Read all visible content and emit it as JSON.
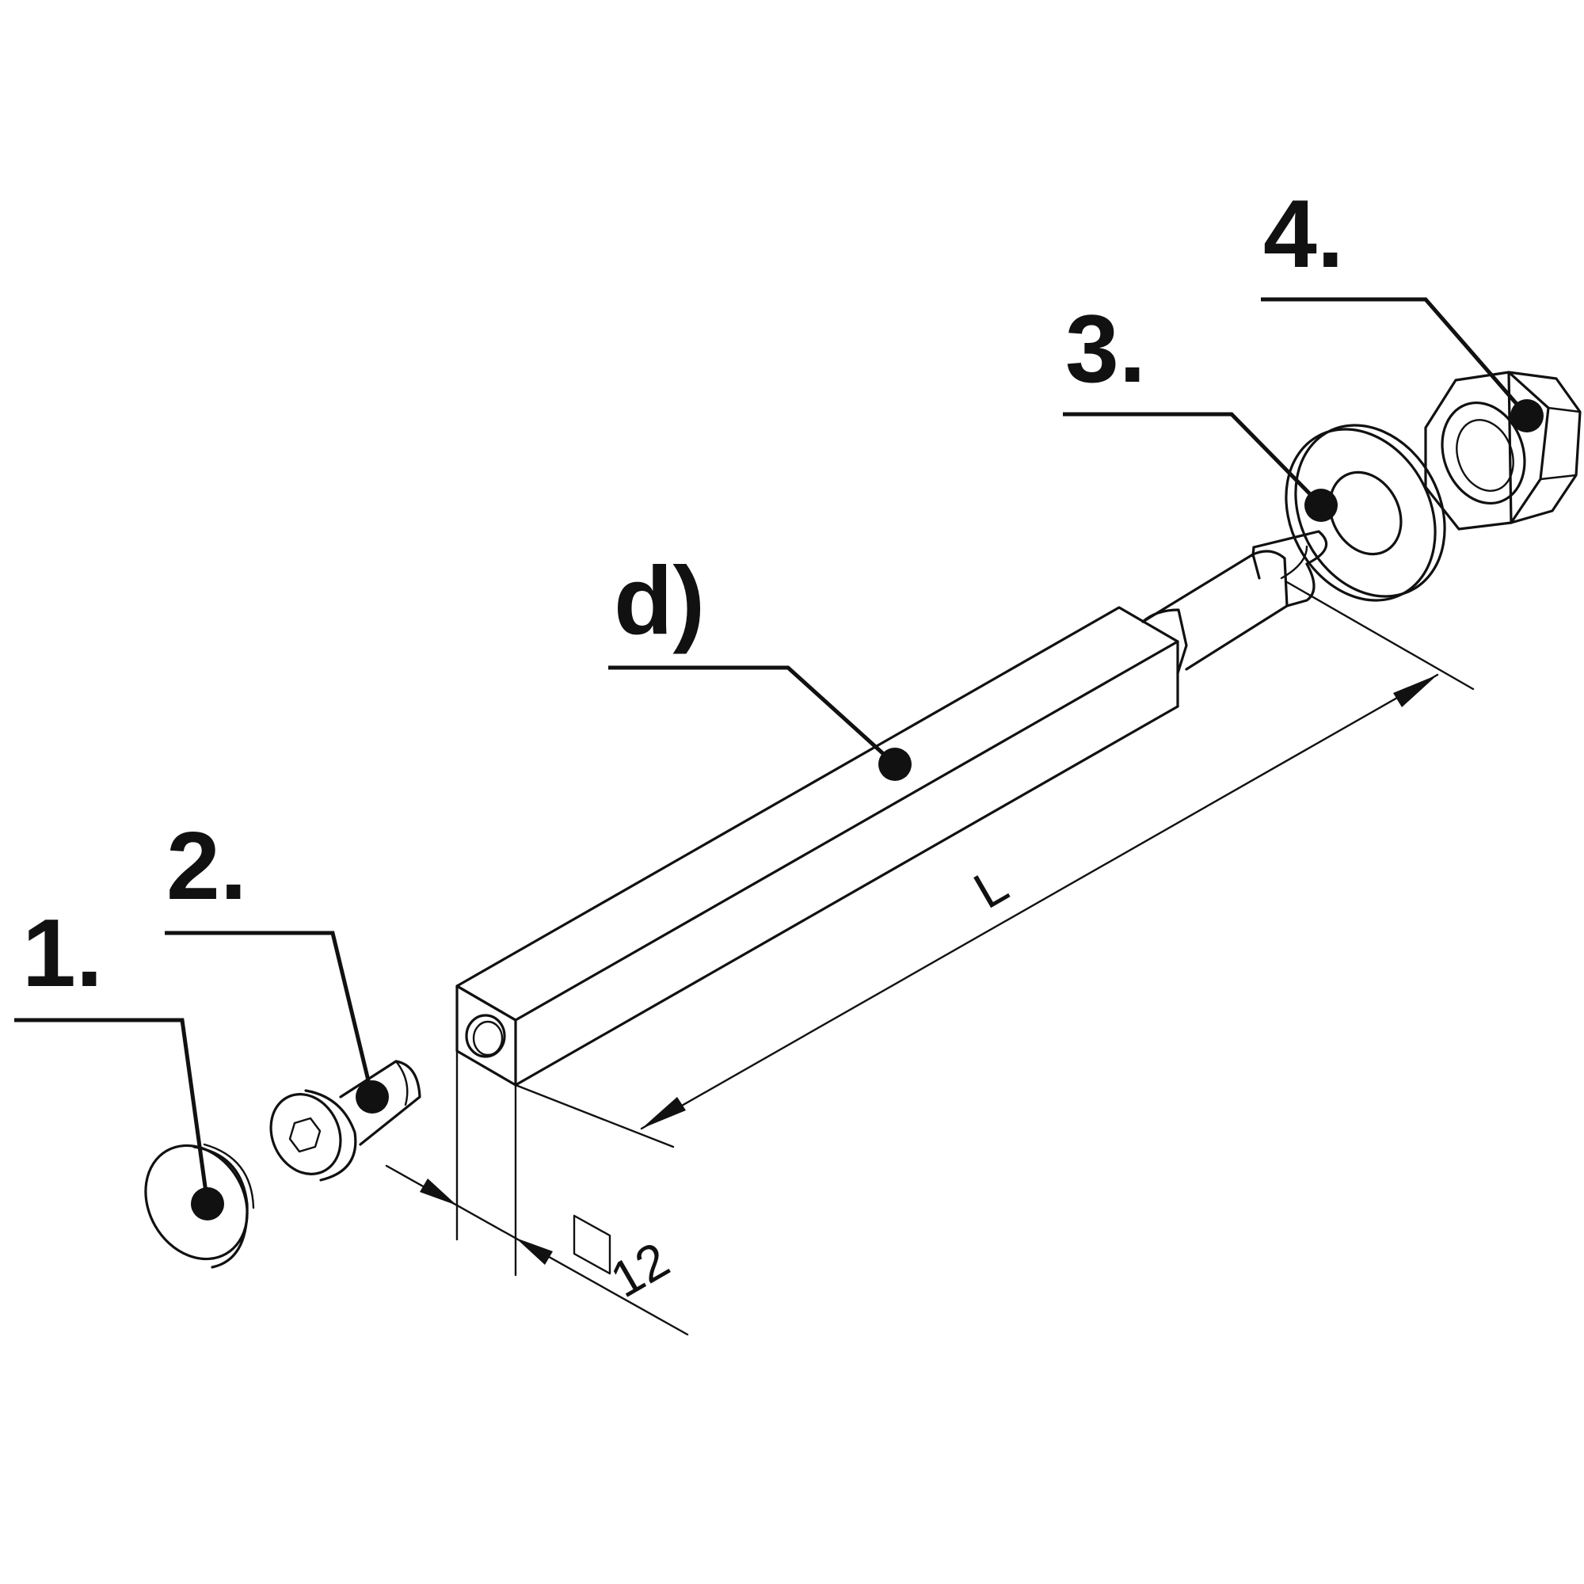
{
  "callouts": {
    "part1": "1.",
    "part2": "2.",
    "part3": "3.",
    "part4": "4.",
    "bar": "d)"
  },
  "dimensions": {
    "length_label": "L",
    "square_size": "12"
  }
}
